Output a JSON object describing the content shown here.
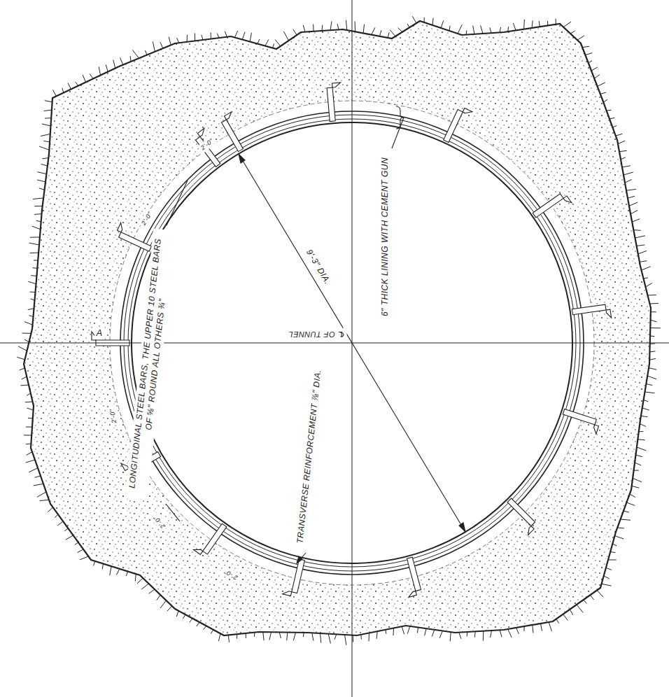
{
  "diagram": {
    "labels": [
      "LONGITUDINAL STEEL BARS, THE UPPER 10 STEEL BARS OF ⅝\" ROUND ALL OTHERS ¾\"",
      "6\" THICK LINING WITH CEMENT GUN",
      "9'-3\" DIA.",
      "℄ OF TUNNEL",
      "TRANSVERSE REINFORCEMENT ⅞\" DIA.",
      "A",
      "2'-0\"",
      "2'-0\"",
      "2'-0\"",
      "2'-0\"",
      "2'-0\""
    ]
  }
}
